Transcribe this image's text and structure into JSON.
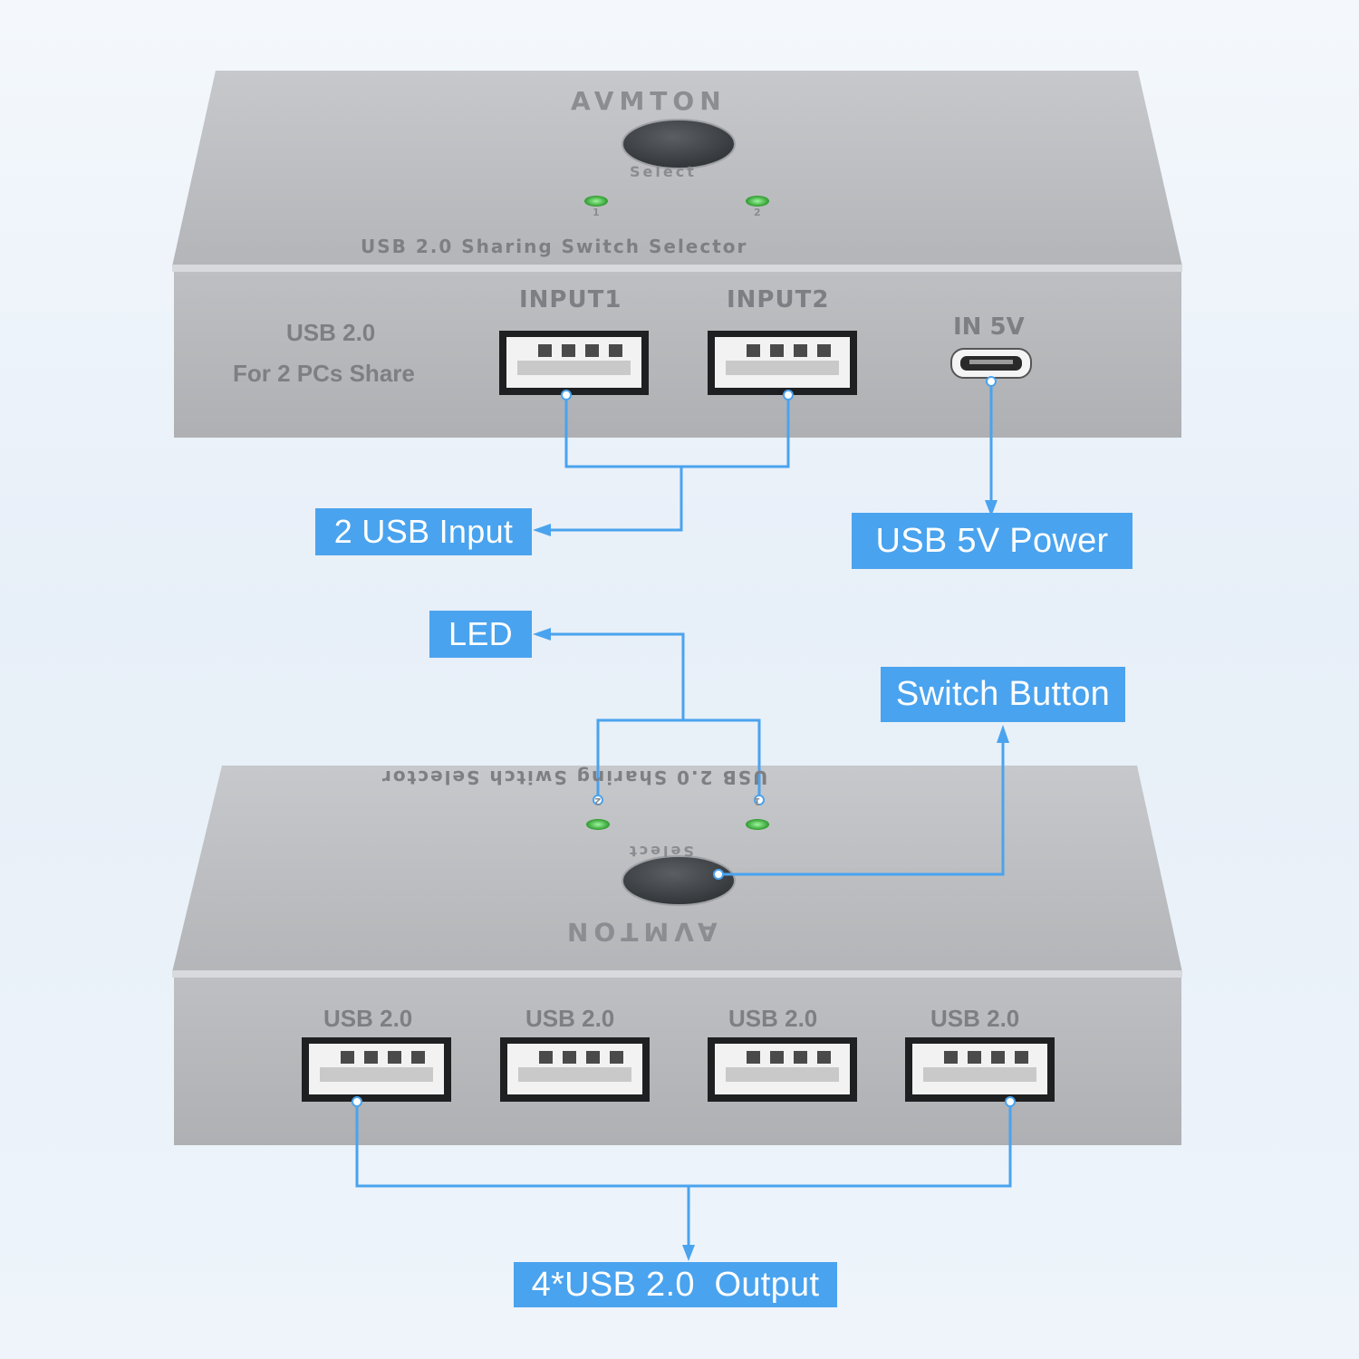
{
  "top_device": {
    "brand": "AVMTON",
    "select_label": "Select",
    "led_1": "1",
    "led_2": "2",
    "title": "USB 2.0 Sharing Switch Selector",
    "side_text_1": "USB 2.0",
    "side_text_2": "For 2 PCs Share",
    "input1_label": "INPUT1",
    "input2_label": "INPUT2",
    "power_label": "IN 5V"
  },
  "bottom_device": {
    "brand": "AVMTON",
    "select_label": "Select",
    "led_1": "1",
    "led_2": "2",
    "title": "USB 2.0 Sharing Switch Selector",
    "port_labels": [
      "USB 2.0",
      "USB 2.0",
      "USB 2.0",
      "USB 2.0"
    ]
  },
  "callouts": {
    "usb_input": "2 USB Input",
    "usb_power": "USB 5V Power",
    "led": "LED",
    "switch_button": "Switch Button",
    "output": "4*USB 2.0  Output"
  },
  "colors": {
    "callout_bg": "#4aa3ee",
    "leader_line": "#4aa3ee",
    "device_body": "#b9bbbe",
    "led_green": "#3fbf3f",
    "button": "#3f4346"
  }
}
